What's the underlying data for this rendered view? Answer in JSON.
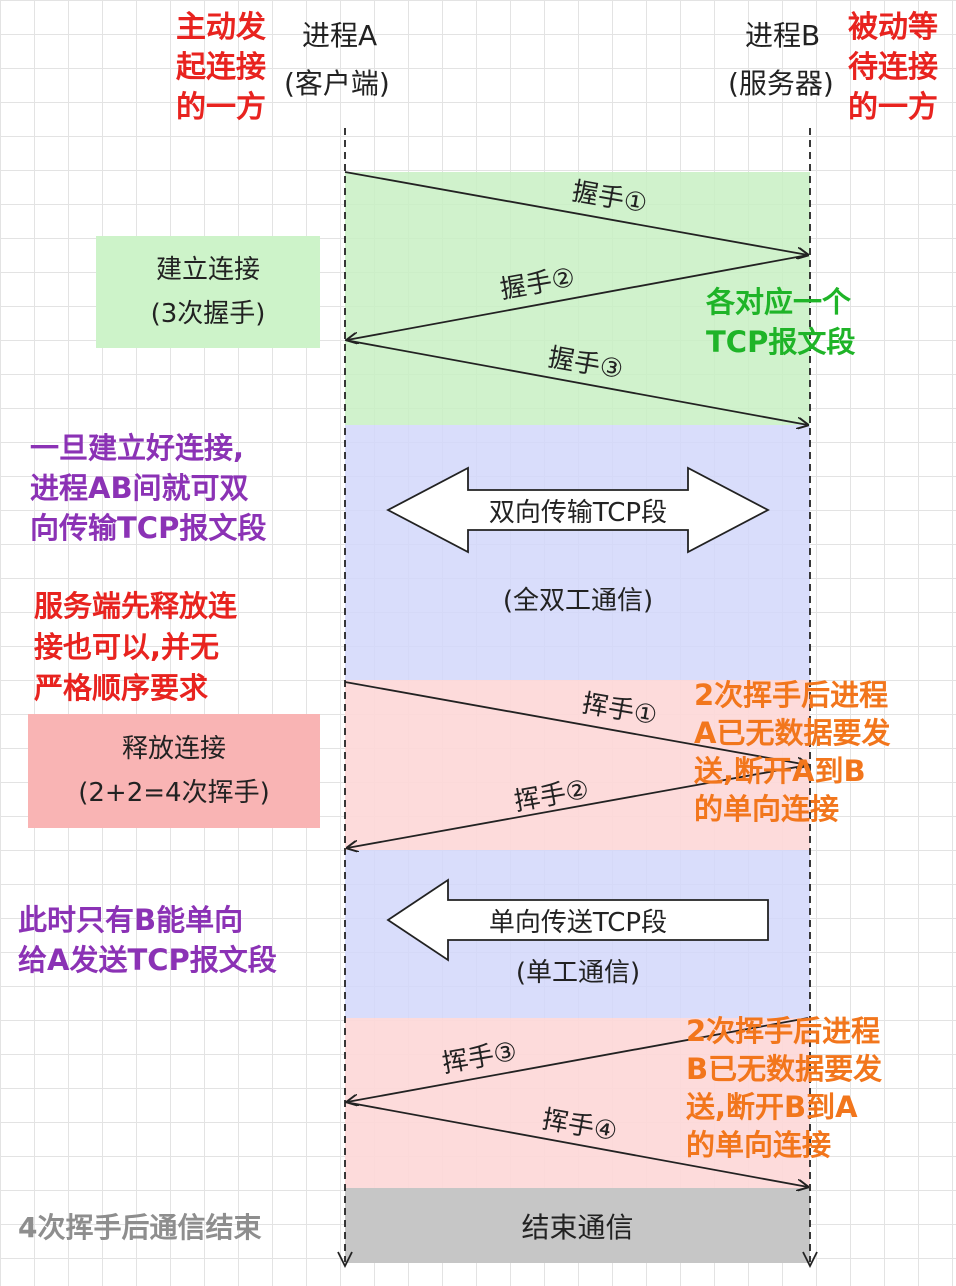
{
  "process_a": {
    "name": "进程A",
    "role": "(客户端)",
    "note": [
      "主动发",
      "起连接",
      "的一方"
    ]
  },
  "process_b": {
    "name": "进程B",
    "role": "(服务器)",
    "note": [
      "被动等",
      "待连接",
      "的一方"
    ]
  },
  "establish": {
    "box": [
      "建立连接",
      "(3次握手)"
    ],
    "steps": [
      "握手①",
      "握手②",
      "握手③"
    ],
    "note": [
      "各对应一个",
      "TCP报文段"
    ]
  },
  "duplex": {
    "arrow_label": "双向传输TCP段",
    "sub_label": "(全双工通信)",
    "note": [
      "一旦建立好连接,",
      "进程AB间就可双",
      "向传输TCP报文段"
    ]
  },
  "server_release_note": [
    "服务端先释放连",
    "接也可以,并无",
    "严格顺序要求"
  ],
  "release": {
    "box": [
      "释放连接",
      "(2+2=4次挥手)"
    ],
    "steps": [
      "挥手①",
      "挥手②",
      "挥手③",
      "挥手④"
    ],
    "note_a": [
      "2次挥手后进程",
      "A已无数据要发",
      "送,断开A到B",
      "的单向连接"
    ],
    "note_b": [
      "2次挥手后进程",
      "B已无数据要发",
      "送,断开B到A",
      "的单向连接"
    ]
  },
  "simplex": {
    "arrow_label": "单向传送TCP段",
    "sub_label": "(单工通信)",
    "note": [
      "此时只有B能单向",
      "给A发送TCP报文段"
    ]
  },
  "end": {
    "label": "结束通信",
    "note": "4次挥手后通信结束"
  },
  "colors": {
    "red": "#e8231f",
    "purple": "#8b32b5",
    "orange": "#f2761c",
    "green": "#1fb428",
    "gray": "#8e8e8e"
  }
}
